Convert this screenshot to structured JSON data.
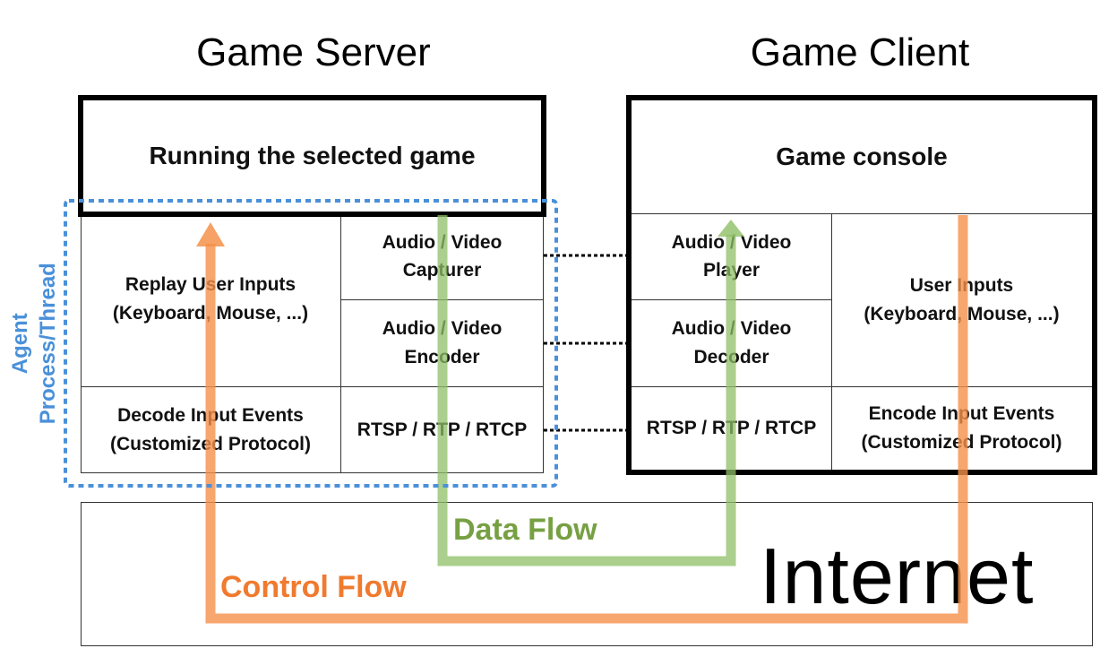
{
  "server": {
    "title": "Game Server",
    "top": "Running the selected game",
    "replay": [
      "Replay User Inputs",
      "(Keyboard, Mouse, ...)"
    ],
    "capturer": [
      "Audio / Video",
      "Capturer"
    ],
    "encoder": [
      "Audio / Video",
      "Encoder"
    ],
    "decode": [
      "Decode Input Events",
      "(Customized Protocol)"
    ],
    "rtsp": "RTSP / RTP / RTCP"
  },
  "client": {
    "title": "Game Client",
    "top": "Game console",
    "player": [
      "Audio / Video",
      "Player"
    ],
    "decoder": [
      "Audio / Video",
      "Decoder"
    ],
    "user_inputs": [
      "User Inputs",
      "(Keyboard, Mouse, ...)"
    ],
    "rtsp": "RTSP / RTP / RTCP",
    "encode": [
      "Encode Input Events",
      "(Customized Protocol)"
    ]
  },
  "agent": [
    "Agent",
    "Process/Thread"
  ],
  "data_flow": "Data Flow",
  "control_flow": "Control Flow",
  "internet": "Internet",
  "colors": {
    "agent": "#4a90d9",
    "data_flow": "#77a043",
    "control_flow": "#f07a2e"
  }
}
